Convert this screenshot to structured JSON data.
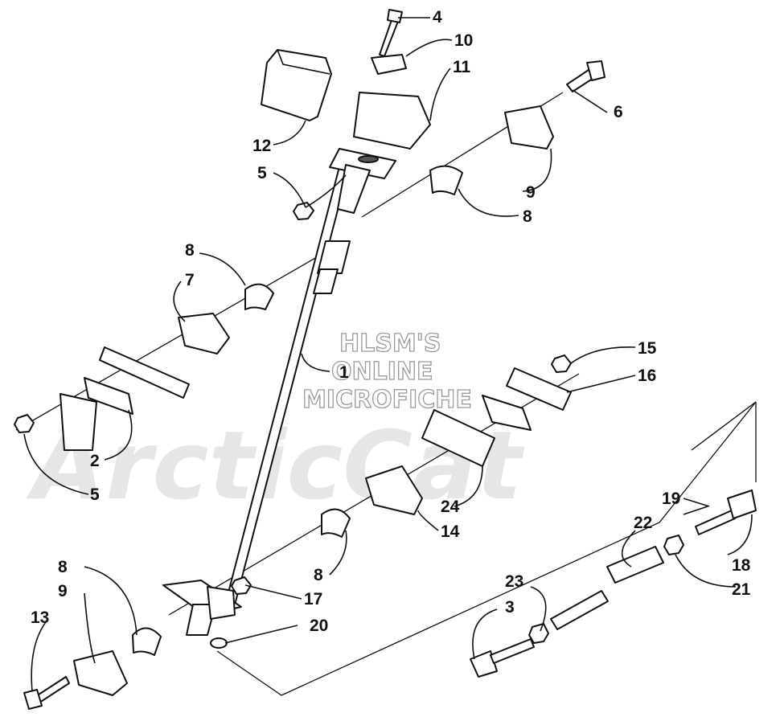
{
  "watermark": {
    "line1": "HLSM'S",
    "line2": "ONLINE",
    "line3": "MICROFICHE",
    "logo": "ArcticCat"
  },
  "callouts": [
    {
      "id": "c4",
      "text": "4"
    },
    {
      "id": "c10",
      "text": "10"
    },
    {
      "id": "c11",
      "text": "11"
    },
    {
      "id": "c6",
      "text": "6"
    },
    {
      "id": "c12",
      "text": "12"
    },
    {
      "id": "c5a",
      "text": "5"
    },
    {
      "id": "c9a",
      "text": "9"
    },
    {
      "id": "c8a",
      "text": "8"
    },
    {
      "id": "c8b",
      "text": "8"
    },
    {
      "id": "c7",
      "text": "7"
    },
    {
      "id": "c1",
      "text": "1"
    },
    {
      "id": "c15",
      "text": "15"
    },
    {
      "id": "c16",
      "text": "16"
    },
    {
      "id": "c2",
      "text": "2"
    },
    {
      "id": "c5b",
      "text": "5"
    },
    {
      "id": "c24",
      "text": "24"
    },
    {
      "id": "c14",
      "text": "14"
    },
    {
      "id": "c19",
      "text": "19"
    },
    {
      "id": "c22",
      "text": "22"
    },
    {
      "id": "c18",
      "text": "18"
    },
    {
      "id": "c21",
      "text": "21"
    },
    {
      "id": "c8c",
      "text": "8"
    },
    {
      "id": "c17",
      "text": "17"
    },
    {
      "id": "c23",
      "text": "23"
    },
    {
      "id": "c8d",
      "text": "8"
    },
    {
      "id": "c9b",
      "text": "9"
    },
    {
      "id": "c3",
      "text": "3"
    },
    {
      "id": "c20",
      "text": "20"
    },
    {
      "id": "c13",
      "text": "13"
    }
  ]
}
